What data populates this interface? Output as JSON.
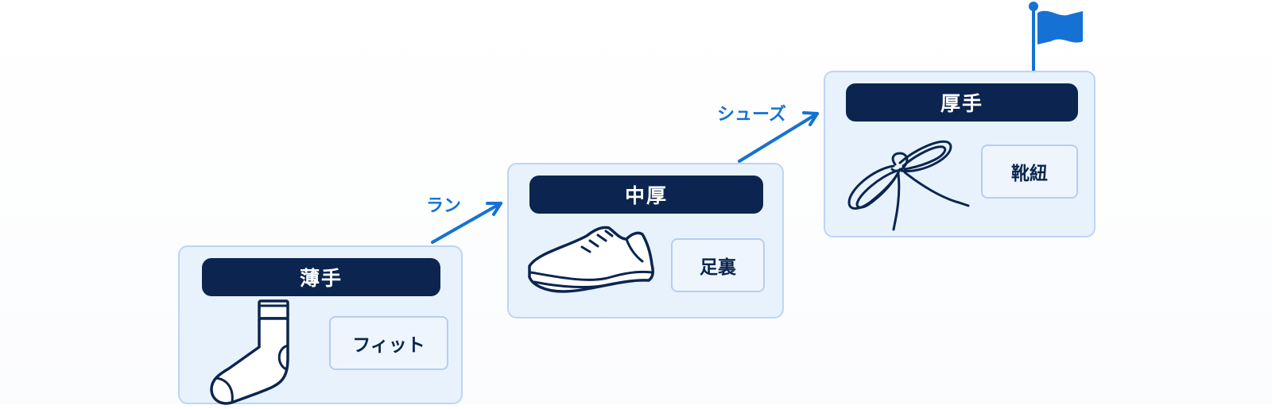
{
  "steps": [
    {
      "title": "薄手",
      "tag": "フィット",
      "icon": "sock-icon"
    },
    {
      "title": "中厚",
      "tag": "足裏",
      "icon": "sneaker-icon"
    },
    {
      "title": "厚手",
      "tag": "靴紐",
      "icon": "shoelace-icon"
    }
  ],
  "transitions": [
    {
      "label": "ラン"
    },
    {
      "label": "シューズ"
    }
  ],
  "colors": {
    "card_fill": "#e8f2fc",
    "card_border": "#bcd6f2",
    "header_fill": "#0b2550",
    "accent": "#1572d4"
  }
}
